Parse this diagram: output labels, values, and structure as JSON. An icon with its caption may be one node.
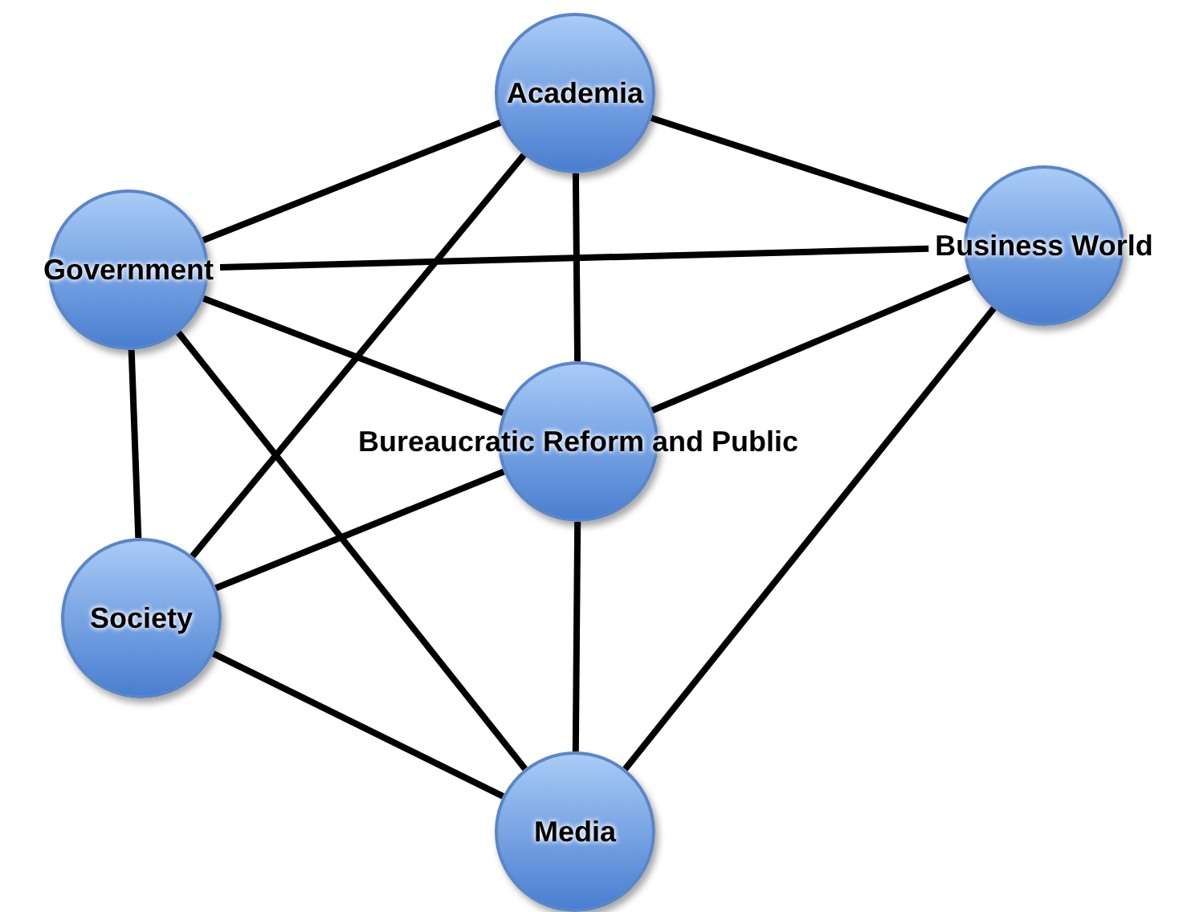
{
  "diagram": {
    "nodes": [
      {
        "text": [
          "Academia"
        ]
      },
      {
        "text": [
          "Government"
        ]
      },
      {
        "text": [
          "Business World"
        ]
      },
      {
        "text": [
          "Bureaucratic Reform and Public"
        ]
      },
      {
        "text": [
          "Society"
        ]
      },
      {
        "text": [
          "Media"
        ]
      }
    ],
    "edges": [
      {
        "from": 0,
        "to": 1,
        "arrow": "none"
      },
      {
        "from": 0,
        "to": 2,
        "arrow": "none"
      },
      {
        "from": 0,
        "to": 3,
        "arrow": "none"
      },
      {
        "from": 0,
        "to": 4,
        "arrow": "none"
      },
      {
        "from": 1,
        "to": 2,
        "arrow": "none"
      },
      {
        "from": 1,
        "to": 3,
        "arrow": "none"
      },
      {
        "from": 1,
        "to": 4,
        "arrow": "none"
      },
      {
        "from": 1,
        "to": 5,
        "arrow": "none"
      },
      {
        "from": 2,
        "to": 3,
        "arrow": "none"
      },
      {
        "from": 2,
        "to": 5,
        "arrow": "none"
      },
      {
        "from": 3,
        "to": 4,
        "arrow": "none"
      },
      {
        "from": 3,
        "to": 5,
        "arrow": "none"
      },
      {
        "from": 4,
        "to": 5,
        "arrow": "none"
      }
    ]
  }
}
